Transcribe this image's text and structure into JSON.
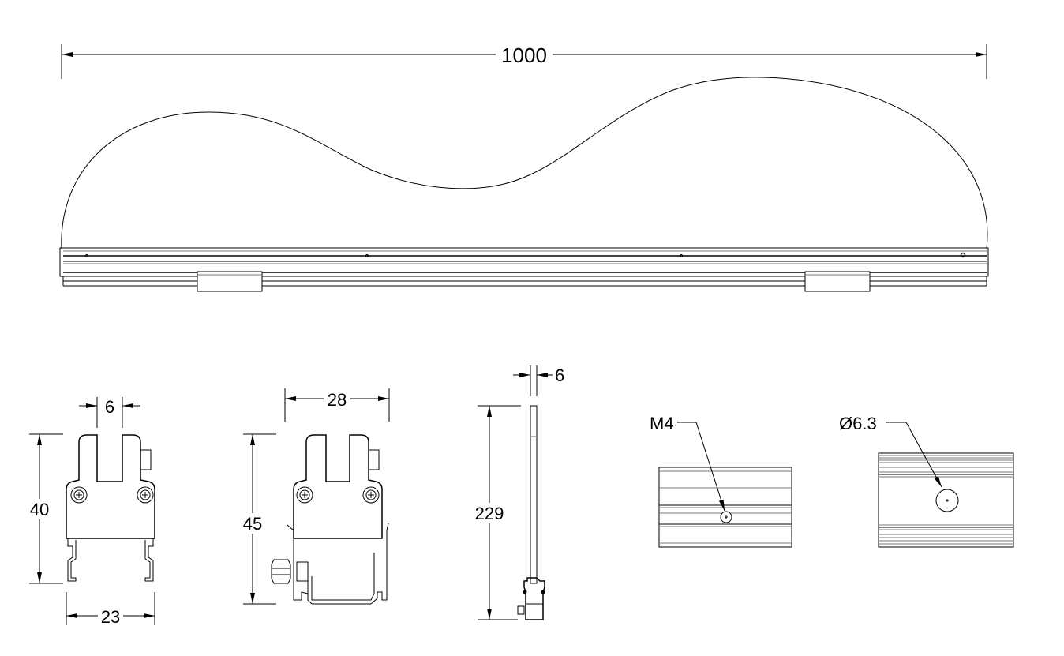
{
  "drawing": {
    "overall_length": "1000",
    "front_view": {
      "slot_width": "6",
      "height": "40",
      "width": "23"
    },
    "front_view_bracket": {
      "width": "28",
      "height": "45"
    },
    "side_view": {
      "thickness": "6",
      "height": "229"
    },
    "threaded_block": {
      "callout": "M4"
    },
    "drilled_block": {
      "callout": "Ø6.3"
    }
  }
}
